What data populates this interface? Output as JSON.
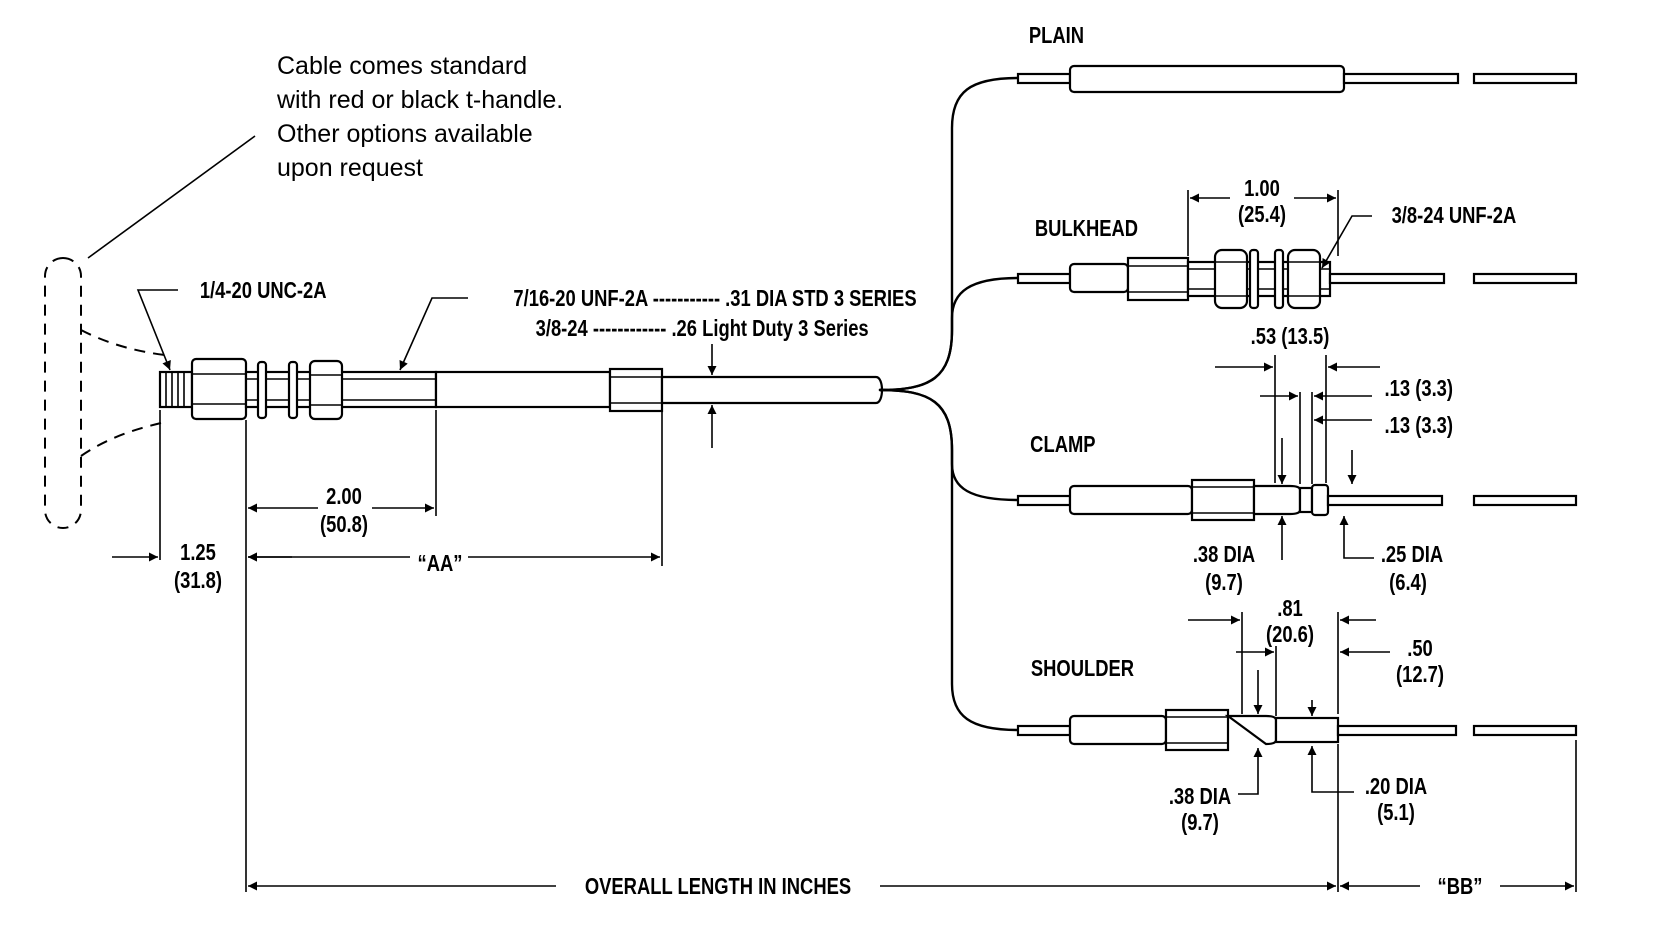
{
  "note": {
    "line1": "Cable comes standard",
    "line2": "with red or black t-handle.",
    "line3": "Other options available",
    "line4": "upon request"
  },
  "left": {
    "thread_small": "1/4-20 UNC-2A",
    "thread_std": "7/16-20 UNF-2A ----------- .31 DIA STD 3 SERIES",
    "thread_light": "3/8-24 ------------ .26 Light Duty 3 Series",
    "dim_200_in": "2.00",
    "dim_200_mm": "(50.8)",
    "dim_125_in": "1.25",
    "dim_125_mm": "(31.8)",
    "dim_aa": "“AA”"
  },
  "plain": {
    "title": "PLAIN"
  },
  "bulkhead": {
    "title": "BULKHEAD",
    "dim_in": "1.00",
    "dim_mm": "(25.4)",
    "thread": "3/8-24 UNF-2A"
  },
  "clamp": {
    "title": "CLAMP",
    "dim_53": ".53 (13.5)",
    "dim_13a": ".13 (3.3)",
    "dim_13b": ".13 (3.3)",
    "dia_38": ".38 DIA",
    "dia_38_mm": "(9.7)",
    "dia_25": ".25 DIA",
    "dia_25_mm": "(6.4)"
  },
  "shoulder": {
    "title": "SHOULDER",
    "dim_81_in": ".81",
    "dim_81_mm": "(20.6)",
    "dim_50_in": ".50",
    "dim_50_mm": "(12.7)",
    "dia_38": ".38 DIA",
    "dia_38_mm": "(9.7)",
    "dia_20": ".20 DIA",
    "dia_20_mm": "(5.1)"
  },
  "bottom": {
    "overall": "OVERALL LENGTH IN INCHES",
    "bb": "“BB”"
  }
}
